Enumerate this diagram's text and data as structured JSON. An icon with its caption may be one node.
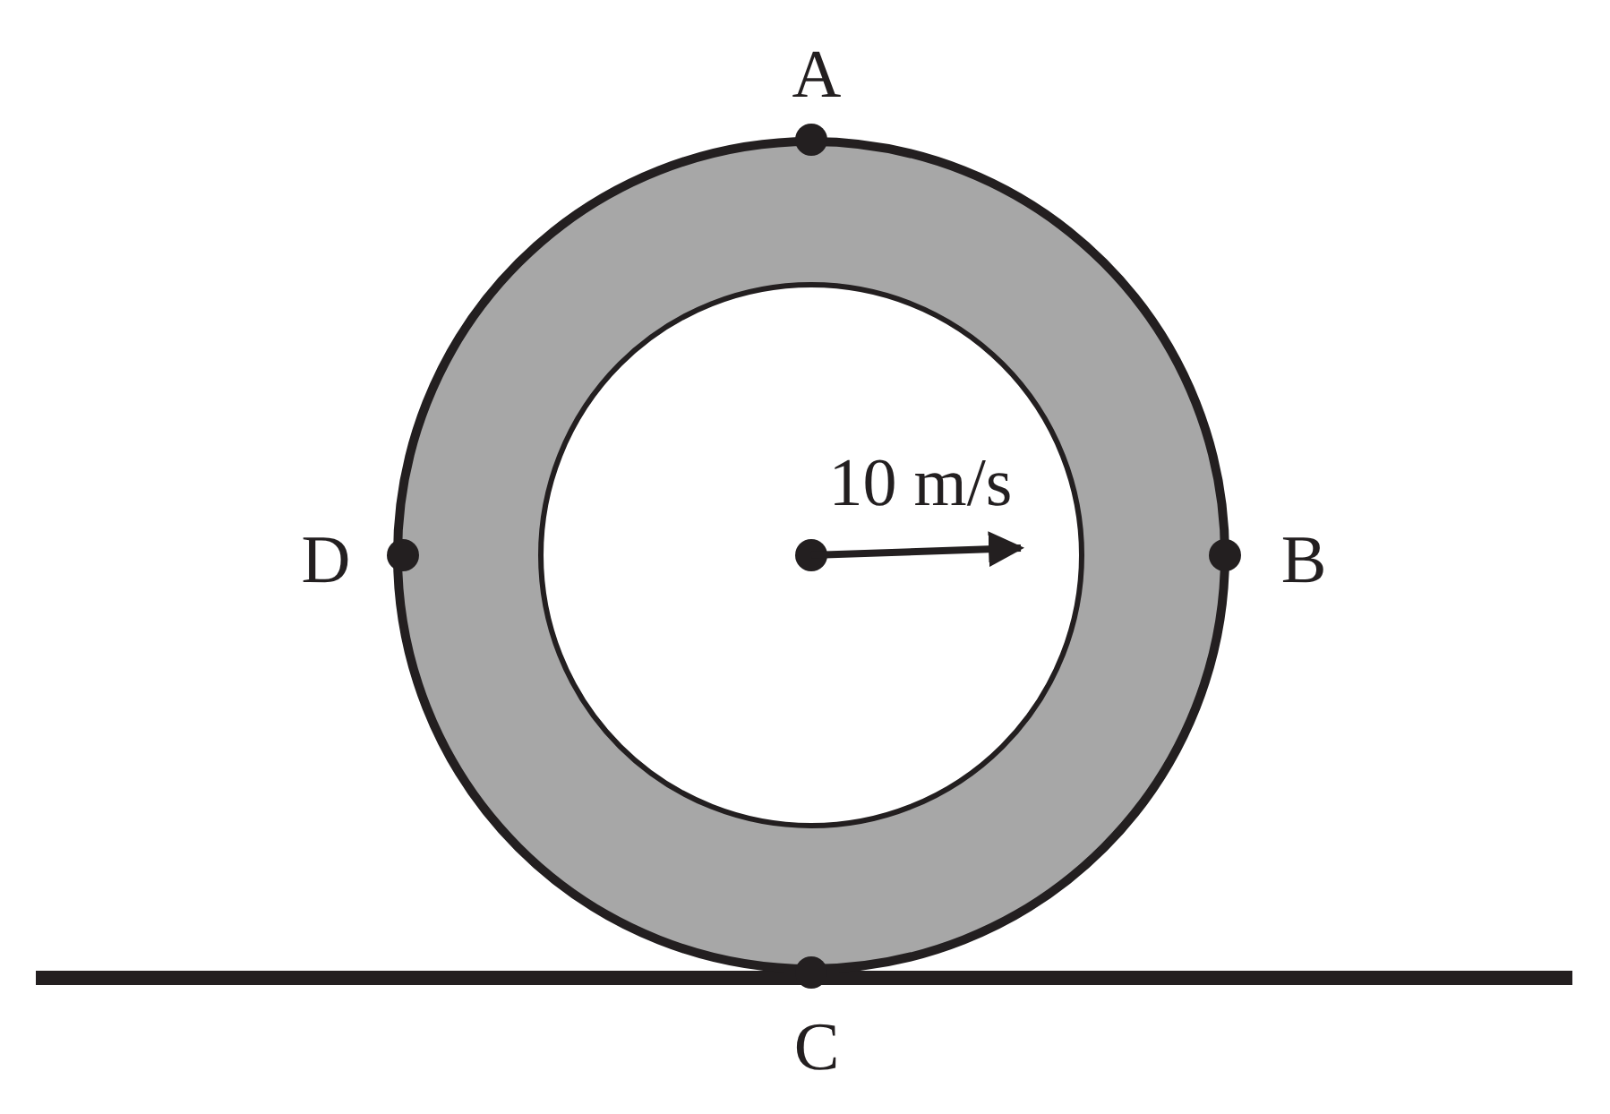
{
  "diagram": {
    "labels": [
      "A",
      "10 m/s",
      "D",
      "B",
      "C"
    ]
  }
}
